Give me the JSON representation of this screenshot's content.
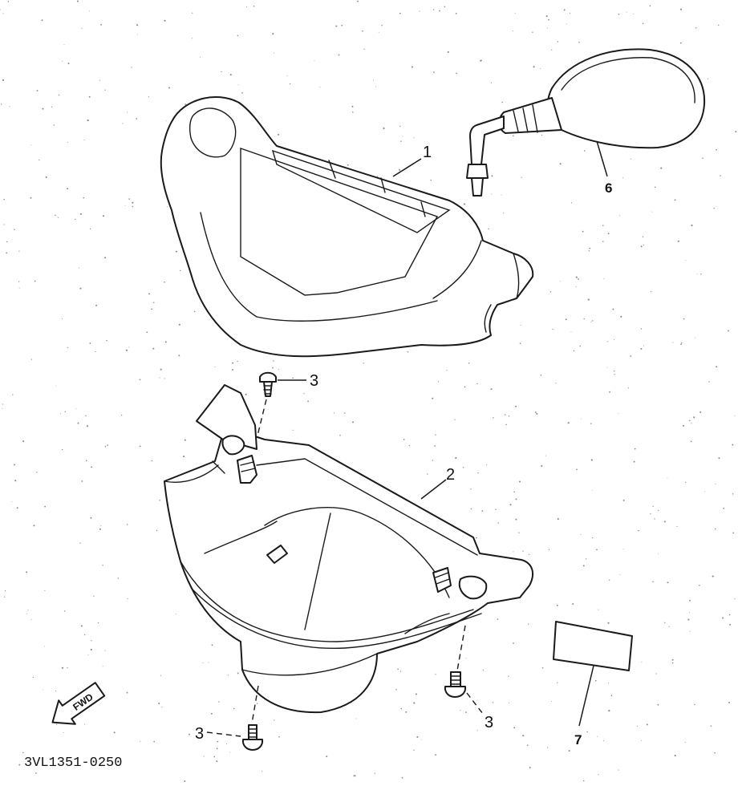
{
  "callouts": {
    "cover_upper": "1",
    "cover_lower": "2",
    "screw_top": "3",
    "screw_left": "3",
    "screw_right": "3",
    "mirror": "6",
    "label_plate": "7"
  },
  "fwd_arrow": {
    "text": "FWD",
    "icon": "fwd-arrow-icon"
  },
  "drawing_code": "3VL1351-0250",
  "colors": {
    "ink": "#1a1a1a",
    "paper": "#ffffff"
  }
}
